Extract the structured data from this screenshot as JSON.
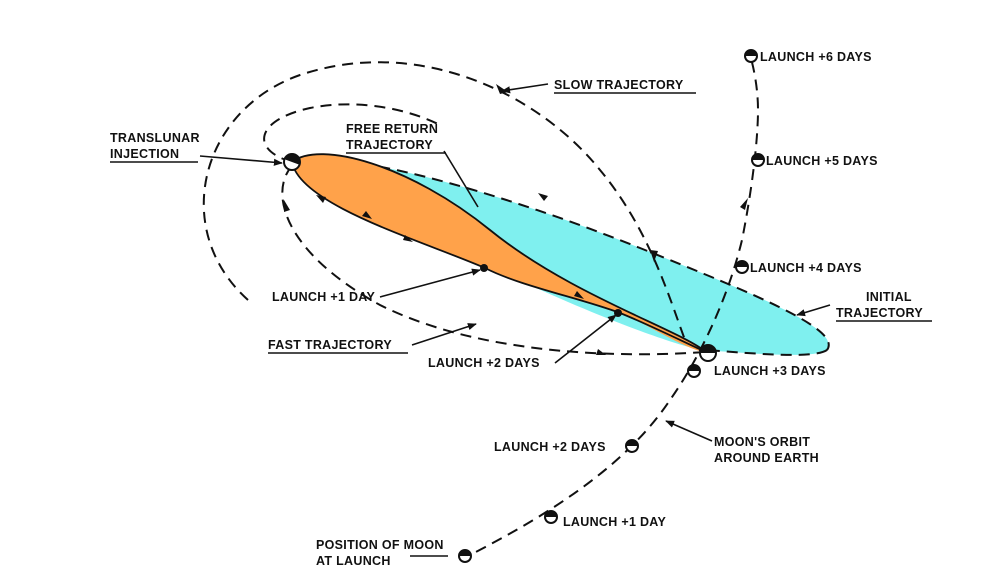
{
  "colors": {
    "initial_trajectory_fill": "#7ff0ef",
    "free_return_fill": "#ffa24a",
    "ink": "#111111",
    "background": "#ffffff"
  },
  "labels": {
    "translunar_injection": [
      "TRANSLUNAR",
      "INJECTION"
    ],
    "free_return": [
      "FREE RETURN",
      "TRAJECTORY"
    ],
    "slow_trajectory": "SLOW TRAJECTORY",
    "initial_trajectory": [
      "INITIAL",
      "TRAJECTORY"
    ],
    "fast_trajectory": "FAST TRAJECTORY",
    "launch_plus_1_day_path": "LAUNCH +1 DAY",
    "launch_plus_2_days_path": "LAUNCH +2 DAYS",
    "moons_orbit": [
      "MOON'S ORBIT",
      "AROUND EARTH"
    ],
    "position_of_moon_at_launch": [
      "POSITION OF MOON",
      "AT LAUNCH"
    ]
  },
  "moon_positions": [
    {
      "label": "LAUNCH +1 DAY"
    },
    {
      "label": "LAUNCH +2 DAYS"
    },
    {
      "label": "LAUNCH +3 DAYS"
    },
    {
      "label": "LAUNCH +4 DAYS"
    },
    {
      "label": "LAUNCH +5 DAYS"
    },
    {
      "label": "LAUNCH +6 DAYS"
    }
  ]
}
